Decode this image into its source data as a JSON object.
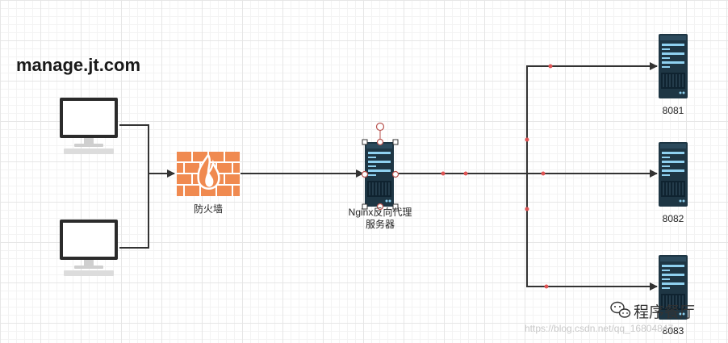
{
  "diagram": {
    "title": "manage.jt.com",
    "firewall_label": "防火墙",
    "proxy_label": "Nginx反向代理服务器",
    "servers": [
      {
        "label": "8081"
      },
      {
        "label": "8082"
      },
      {
        "label": "8083"
      }
    ]
  },
  "watermark": {
    "brand": "程序餐厅",
    "url": "https://blog.csdn.net/qq_16804847"
  },
  "colors": {
    "line": "#333333",
    "firewall": "#f08a50",
    "server_body": "#1e3644",
    "server_accent": "#8fd1f0",
    "handle": "#b85450",
    "dot": "#e05555"
  },
  "icons": {
    "client": "monitor-icon",
    "firewall": "brick-wall-fire-icon",
    "server": "server-rack-icon",
    "brand": "wechat-icon"
  }
}
